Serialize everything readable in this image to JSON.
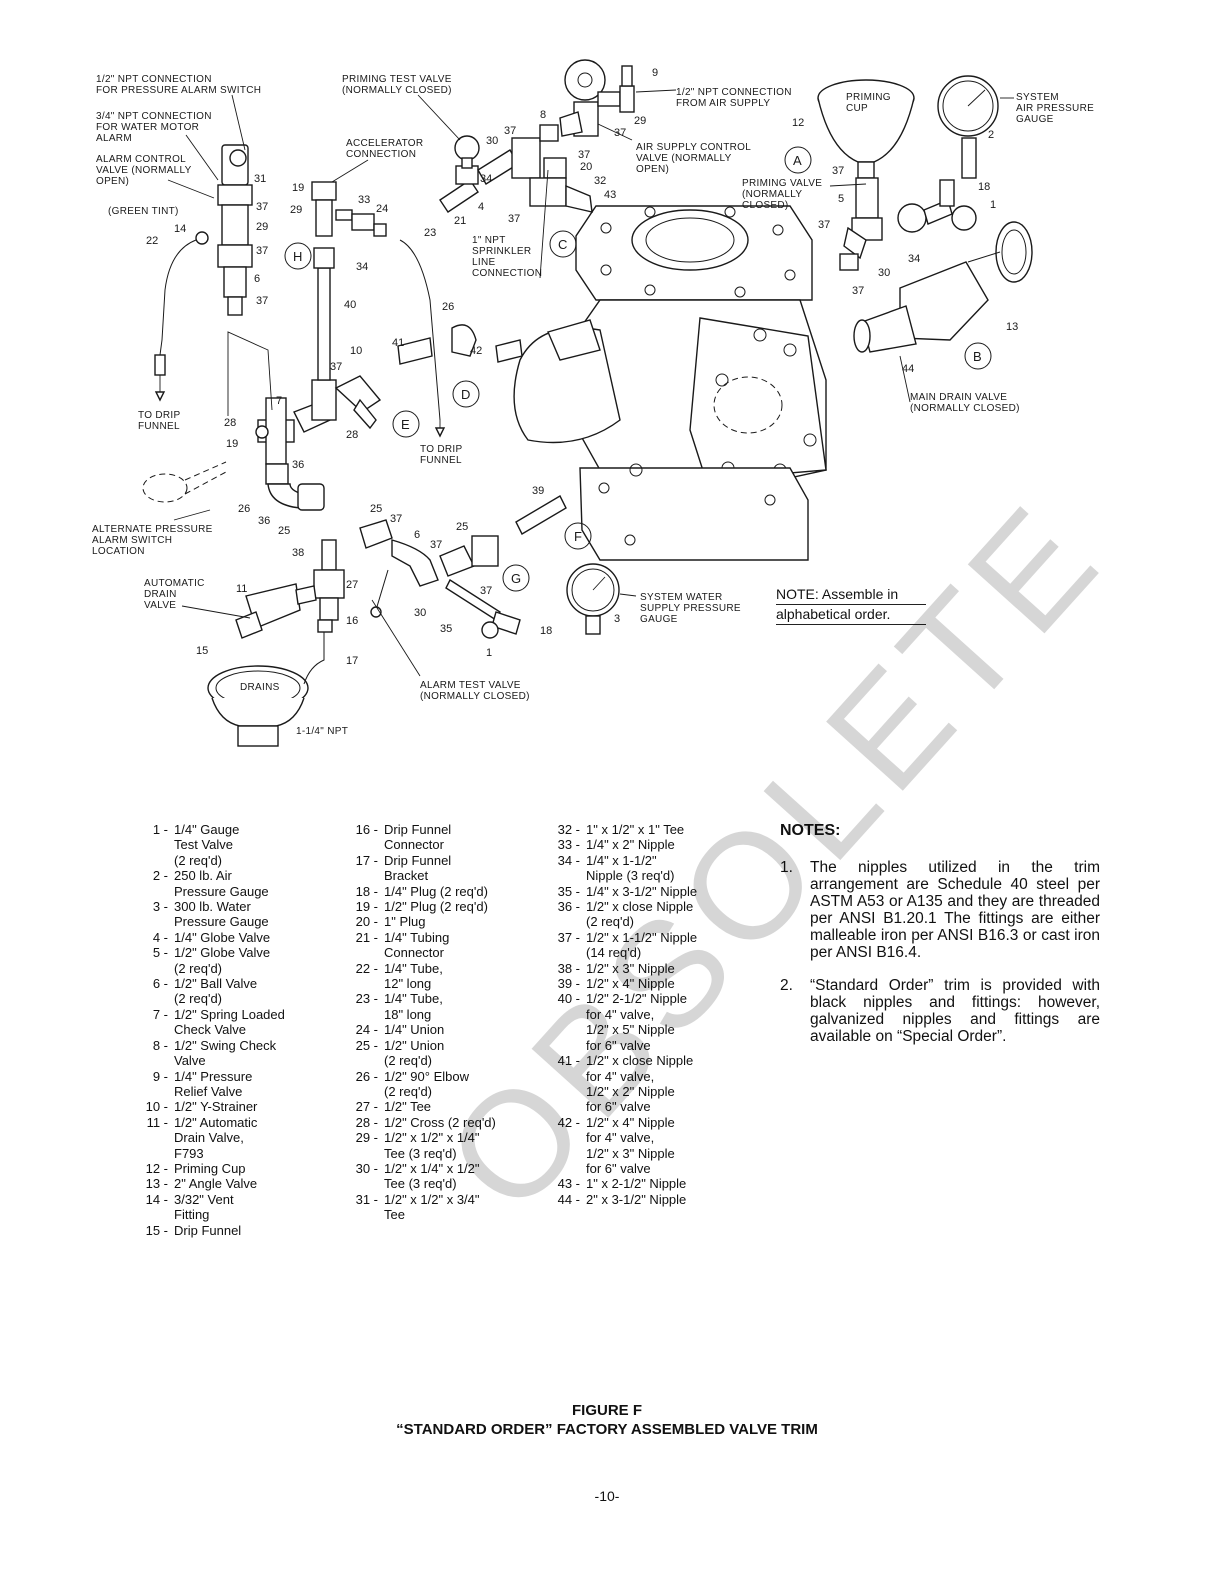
{
  "callouts": {
    "pressure_alarm_switch": "1/2\" NPT CONNECTION\nFOR PRESSURE ALARM SWITCH",
    "water_motor_alarm": "3/4\" NPT CONNECTION\nFOR WATER MOTOR\nALARM",
    "alarm_control_valve": "ALARM CONTROL\nVALVE (NORMALLY\nOPEN)",
    "green_tint": "(GREEN TINT)",
    "priming_test_valve": "PRIMING TEST VALVE\n(NORMALLY CLOSED)",
    "accelerator_connection": "ACCELERATOR\nCONNECTION",
    "air_supply_connection": "1/2\" NPT CONNECTION\nFROM AIR SUPPLY",
    "air_supply_control_valve": "AIR SUPPLY CONTROL\nVALVE (NORMALLY\nOPEN)",
    "sprinkler_line_connection": "1\" NPT\nSPRINKLER\nLINE\nCONNECTION",
    "priming_cup": "PRIMING\nCUP",
    "system_air_pressure_gauge": "SYSTEM\nAIR PRESSURE\nGAUGE",
    "priming_valve": "PRIMING VALVE\n(NORMALLY\nCLOSED)",
    "to_drip_funnel_left": "TO DRIP\nFUNNEL",
    "to_drip_funnel_center": "TO DRIP\nFUNNEL",
    "main_drain_valve": "MAIN DRAIN VALVE\n(NORMALLY CLOSED)",
    "alternate_pressure_alarm_switch": "ALTERNATE PRESSURE\nALARM SWITCH\nLOCATION",
    "automatic_drain_valve": "AUTOMATIC\nDRAIN\nVALVE",
    "drains": "DRAINS",
    "npt_114": "1-1/4\" NPT",
    "alarm_test_valve": "ALARM TEST VALVE\n(NORMALLY CLOSED)",
    "system_water_supply_gauge": "SYSTEM WATER\nSUPPLY PRESSURE\nGAUGE"
  },
  "note_box": [
    "NOTE: Assemble in",
    "alphabetical order."
  ],
  "watermark": "OBSOLETE",
  "parts_col1": [
    {
      "k": "1 -",
      "t": "1/4\" Gauge\nTest Valve\n(2 req'd)"
    },
    {
      "k": "2 -",
      "t": "250 lb. Air\nPressure Gauge"
    },
    {
      "k": "3 -",
      "t": "300 lb. Water\nPressure Gauge"
    },
    {
      "k": "4 -",
      "t": "1/4\" Globe Valve"
    },
    {
      "k": "5 -",
      "t": "1/2\" Globe Valve\n(2 req'd)"
    },
    {
      "k": "6 -",
      "t": "1/2\" Ball Valve\n(2 req'd)"
    },
    {
      "k": "7 -",
      "t": "1/2\" Spring Loaded\nCheck Valve"
    },
    {
      "k": "8 -",
      "t": "1/2\" Swing Check\nValve"
    },
    {
      "k": "9 -",
      "t": "1/4\" Pressure\nRelief Valve"
    },
    {
      "k": "10 -",
      "t": "1/2\" Y-Strainer"
    },
    {
      "k": "11 -",
      "t": "1/2\" Automatic\nDrain Valve,\nF793"
    },
    {
      "k": "12 -",
      "t": "Priming Cup"
    },
    {
      "k": "13 -",
      "t": "2\" Angle Valve"
    },
    {
      "k": "14 -",
      "t": "3/32\" Vent\nFitting"
    },
    {
      "k": "15 -",
      "t": "Drip Funnel"
    }
  ],
  "parts_col2": [
    {
      "k": "16 -",
      "t": "Drip Funnel\nConnector"
    },
    {
      "k": "17 -",
      "t": "Drip Funnel\nBracket"
    },
    {
      "k": "18 -",
      "t": "1/4\" Plug (2 req'd)"
    },
    {
      "k": "19 -",
      "t": "1/2\" Plug (2 req'd)"
    },
    {
      "k": "20 -",
      "t": "1\" Plug"
    },
    {
      "k": "21 -",
      "t": "1/4\" Tubing\nConnector"
    },
    {
      "k": "22 -",
      "t": "1/4\" Tube,\n12\" long"
    },
    {
      "k": "23 -",
      "t": "1/4\" Tube,\n18\" long"
    },
    {
      "k": "24 -",
      "t": "1/4\" Union"
    },
    {
      "k": "25 -",
      "t": "1/2\" Union\n(2 req'd)"
    },
    {
      "k": "26 -",
      "t": "1/2\" 90° Elbow\n(2 req'd)"
    },
    {
      "k": "27 -",
      "t": "1/2\" Tee"
    },
    {
      "k": "28 -",
      "t": "1/2\" Cross (2 req'd)"
    },
    {
      "k": "29 -",
      "t": "1/2\" x 1/2\" x 1/4\"\nTee (3 req'd)"
    },
    {
      "k": "30 -",
      "t": "1/2\" x 1/4\" x 1/2\"\nTee (3 req'd)"
    },
    {
      "k": "31 -",
      "t": "1/2\" x 1/2\" x 3/4\"\nTee"
    }
  ],
  "parts_col3": [
    {
      "k": "32 -",
      "t": "1\" x 1/2\" x 1\" Tee"
    },
    {
      "k": "33 -",
      "t": "1/4\" x 2\" Nipple"
    },
    {
      "k": "34 -",
      "t": "1/4\" x 1-1/2\"\nNipple (3 req'd)"
    },
    {
      "k": "35 -",
      "t": "1/4\" x 3-1/2\" Nipple"
    },
    {
      "k": "36 -",
      "t": "1/2\" x close Nipple\n(2 req'd)"
    },
    {
      "k": "37 -",
      "t": "1/2\" x 1-1/2\" Nipple\n(14 req'd)"
    },
    {
      "k": "38 -",
      "t": "1/2\" x 3\" Nipple"
    },
    {
      "k": "39 -",
      "t": "1/2\" x 4\" Nipple"
    },
    {
      "k": "40 -",
      "t": "1/2\" 2-1/2\" Nipple\nfor 4\" valve,\n1/2\" x 5\" Nipple\nfor 6\" valve"
    },
    {
      "k": "41 -",
      "t": "1/2\" x close Nipple\nfor 4\" valve,\n1/2\" x 2\" Nipple\nfor 6\" valve"
    },
    {
      "k": "42 -",
      "t": "1/2\" x 4\" Nipple\nfor 4\" valve,\n1/2\" x 3\" Nipple\nfor 6\" valve"
    },
    {
      "k": "43 -",
      "t": "1\" x 2-1/2\" Nipple"
    },
    {
      "k": "44 -",
      "t": "2\" x 3-1/2\" Nipple"
    }
  ],
  "notes": {
    "heading": "NOTES:",
    "items": [
      {
        "n": "1.",
        "t": "The nipples utilized in the trim arrangement are Schedule 40 steel per ASTM A53 or A135 and they are threaded per ANSI B1.20.1 The fittings are either malleable iron per ANSI B16.3 or cast iron per ANSI B16.4."
      },
      {
        "n": "2.",
        "t": "“Standard Order” trim is provided with black nipples and fittings: however, galvanized nipples and fittings are available on “Special Order”."
      }
    ]
  },
  "figure": {
    "title": "FIGURE F",
    "subtitle": "“STANDARD ORDER” FACTORY ASSEMBLED VALVE TRIM"
  },
  "page_number": "-10-"
}
